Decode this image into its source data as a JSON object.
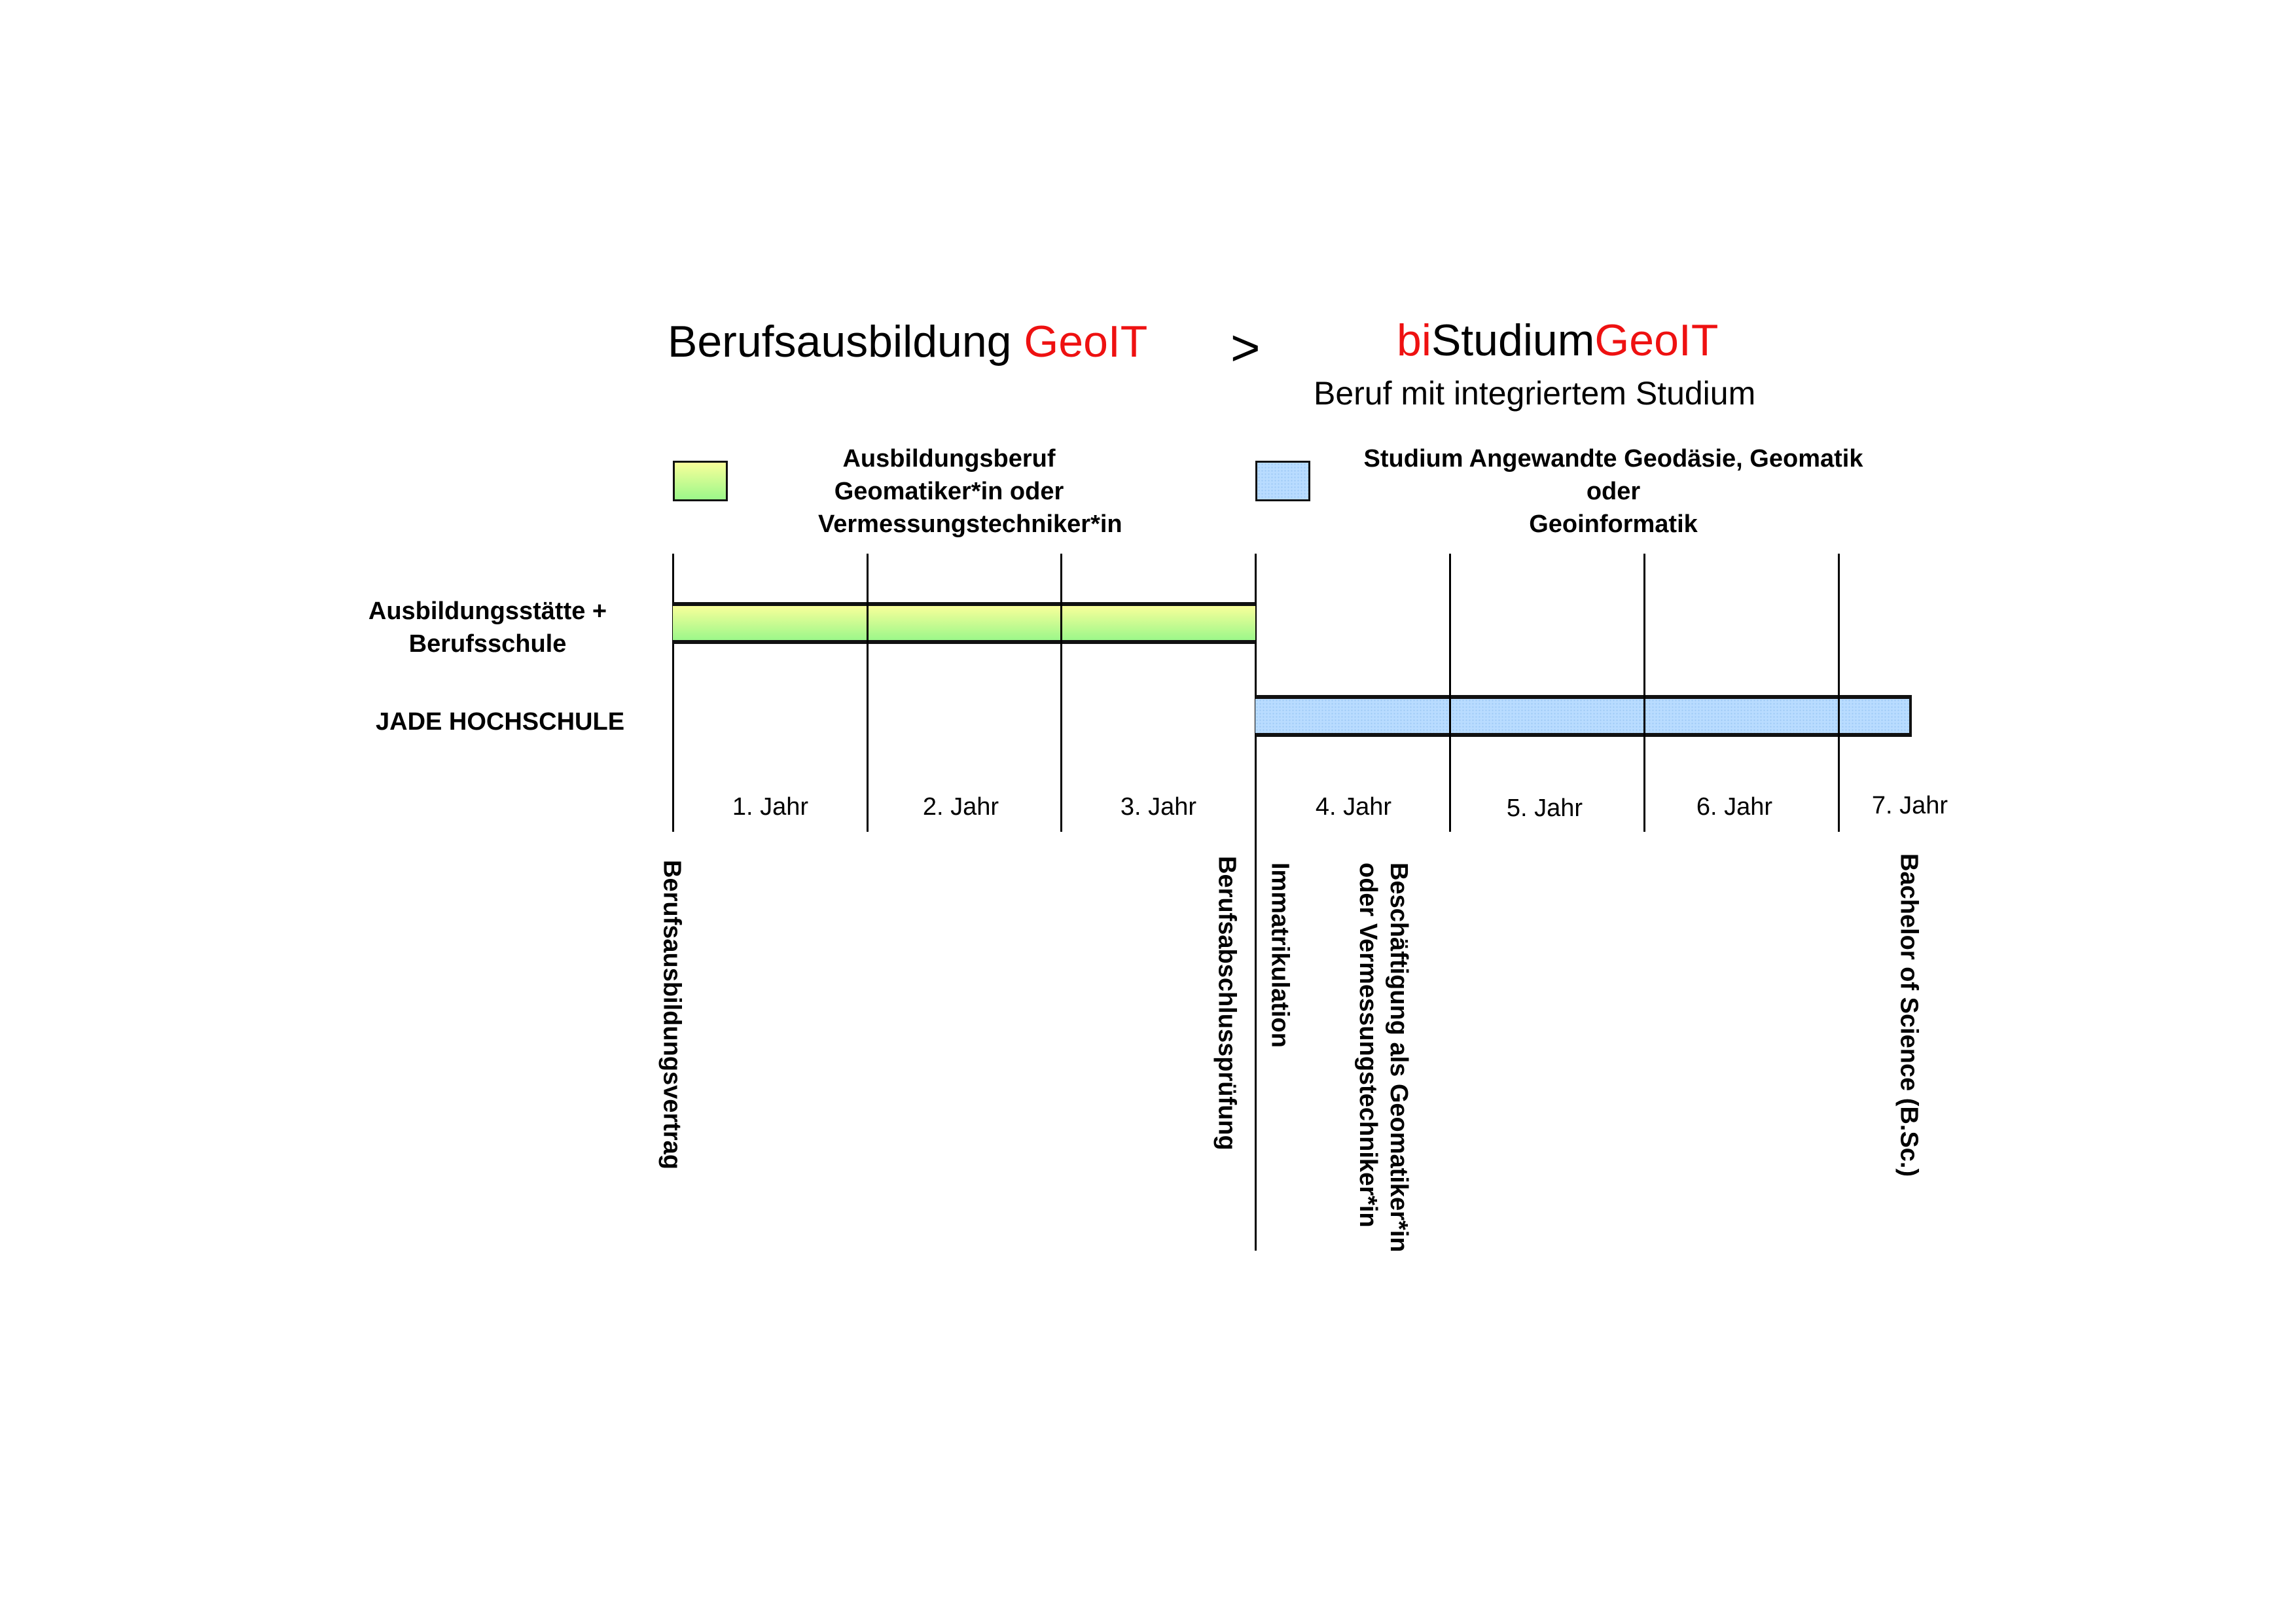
{
  "header": {
    "left_title_black": "Berufsausbildung ",
    "left_title_red": "GeoIT",
    "arrow": ">",
    "right_title_prefix_red": "bi",
    "right_title_black": "Studium",
    "right_title_suffix_red": "GeoIT",
    "subtitle": "Beruf mit integriertem Studium"
  },
  "legend": [
    {
      "lines": [
        "Ausbildungsberuf",
        "Geomatiker*in oder",
        "Vermessungstechniker*in"
      ],
      "color": "#c8fb90"
    },
    {
      "lines": [
        "Studium Angewandte Geodäsie, Geomatik",
        "oder",
        "Geoinformatik"
      ],
      "color": "#b9dcff"
    }
  ],
  "rows": [
    {
      "lines": [
        "Ausbildungsstätte +",
        "Berufsschule"
      ],
      "start_year": 0,
      "end_year": 3
    },
    {
      "lines": [
        "JADE HOCHSCHULE"
      ],
      "start_year": 3,
      "end_year": 6.35
    }
  ],
  "years": [
    "1. Jahr",
    "2. Jahr",
    "3. Jahr",
    "4. Jahr",
    "5. Jahr",
    "6. Jahr",
    "7. Jahr"
  ],
  "milestones": [
    {
      "lines": [
        "Berufsausbildungsvertrag"
      ]
    },
    {
      "lines": [
        "Berufsabschlussprüfung"
      ]
    },
    {
      "lines": [
        "Immatrikulation"
      ]
    },
    {
      "lines": [
        "Beschäftigung als Geomatiker*in",
        "oder Vermessungstechniker*in"
      ]
    },
    {
      "lines": [
        "Bachelor of Science (B.Sc.)"
      ]
    }
  ],
  "colors": {
    "accent_red": "#ee1111",
    "green_bar": "#c8fb90",
    "blue_bar": "#b9dcff"
  }
}
